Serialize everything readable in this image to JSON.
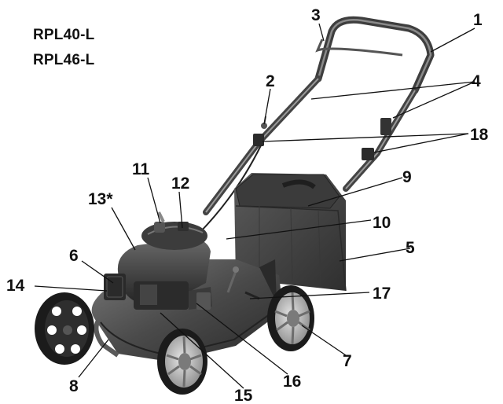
{
  "models": [
    "RPL40-L",
    "RPL46-L"
  ],
  "callouts": [
    {
      "id": "1",
      "label": "1"
    },
    {
      "id": "2",
      "label": "2"
    },
    {
      "id": "3",
      "label": "3"
    },
    {
      "id": "4",
      "label": "4"
    },
    {
      "id": "5",
      "label": "5"
    },
    {
      "id": "6",
      "label": "6"
    },
    {
      "id": "7",
      "label": "7"
    },
    {
      "id": "8",
      "label": "8"
    },
    {
      "id": "9",
      "label": "9"
    },
    {
      "id": "10",
      "label": "10"
    },
    {
      "id": "11",
      "label": "11"
    },
    {
      "id": "12",
      "label": "12"
    },
    {
      "id": "13",
      "label": "13*"
    },
    {
      "id": "14",
      "label": "14"
    },
    {
      "id": "15",
      "label": "15"
    },
    {
      "id": "16",
      "label": "16"
    },
    {
      "id": "17",
      "label": "17"
    },
    {
      "id": "18",
      "label": "18"
    }
  ],
  "colors": {
    "deck": "#3a3a3a",
    "deck_highlight": "#6a6a6a",
    "engine": "#2e2e2e",
    "grass_bag": "#454545",
    "handle": "#4a4a4a",
    "tire": "#1c1c1c",
    "rim": "#bdbdbd",
    "callout_text": "#111111",
    "leader_line": "#111111"
  }
}
